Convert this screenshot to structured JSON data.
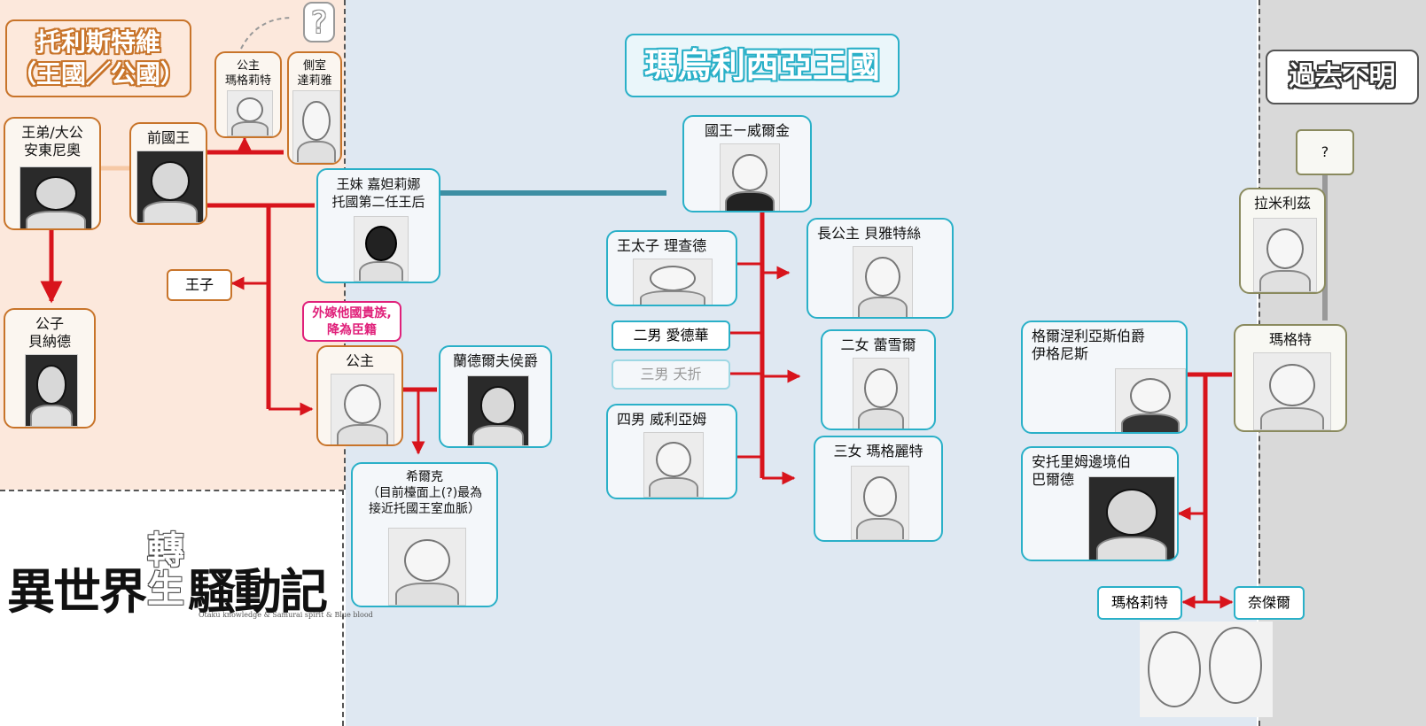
{
  "regions": {
    "torist": "托利斯特維\n（王國／公國）",
    "marwell": "瑪烏利西亞王國",
    "past_unknown": "過去不明",
    "unknown_mark": "?"
  },
  "logo": {
    "title_a": "異世界",
    "title_b": "轉生",
    "title_c": "騷動記",
    "subtitle": "Otaku knowledge & Samurai spirit & Blue blood"
  },
  "people": {
    "prince_duke": "王弟/大公\n安東尼奧",
    "former_king": "前國王",
    "princess_margaret": "公主\n瑪格莉特",
    "concubine": "側室\n達莉雅",
    "queen_sister": "王妹  嘉妲莉娜\n托國第二任王后",
    "prince_plain": "王子",
    "duke_son": "公子\n貝納德",
    "married_note": "外嫁他國貴族,\n降為臣籍",
    "princess_plain": "公主",
    "marquis": "蘭德爾夫侯爵",
    "hilke": "希爾克\n（目前檯面上(?)最為\n接近托國王室血脈）",
    "king": "國王ー威爾金",
    "crown_prince": "王太子  理查德",
    "eldest_princess": "長公主  貝雅特絲",
    "second_son": "二男  愛德華",
    "second_daughter": "二女  蕾雪爾",
    "third_son": "三男  夭折",
    "fourth_son": "四男  威利亞姆",
    "third_daughter": "三女  瑪格麗特",
    "question": "?",
    "ramiliz": "拉米利茲",
    "margrave_earl": "格爾涅利亞斯伯爵\n伊格尼斯",
    "margot": "瑪格特",
    "border_earl": "安托里姆邊境伯\n巴爾德",
    "margaret_child": "瑪格莉特",
    "naijer": "奈傑爾"
  },
  "colors": {
    "torist_bg": "#fce8dc",
    "marwell_bg": "#dfe8f2",
    "past_bg": "#d9d9d9",
    "teal": "#2ab0c8",
    "red": "#d8141c",
    "pink": "#e0207a"
  }
}
